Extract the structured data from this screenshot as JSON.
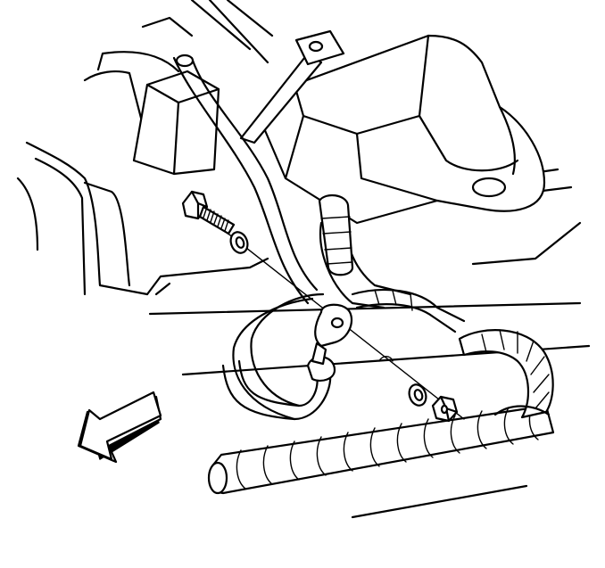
{
  "figure": {
    "colors": {
      "line": "#000000",
      "background": "#ffffff"
    },
    "parts": [
      "body-panel",
      "bracket",
      "battery-cable",
      "bolt",
      "washer",
      "cable-terminal",
      "washer",
      "nut",
      "wiring-harness",
      "direction-arrow"
    ]
  }
}
